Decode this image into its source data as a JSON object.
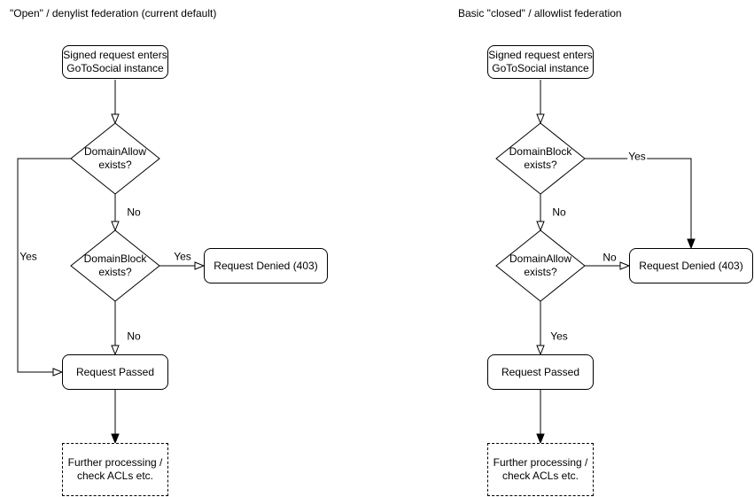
{
  "style": {
    "background": "#ffffff",
    "line_color": "#000000",
    "text_color": "#000000",
    "node_fill": "#ffffff"
  },
  "left_flow": {
    "title": "\"Open\" / denylist federation (current default)",
    "nodes": {
      "start": "Signed request enters\nGoToSocial instance",
      "decision1": "DomainAllow\nexists?",
      "decision2": "DomainBlock\nexists?",
      "denied": "Request Denied (403)",
      "passed": "Request Passed",
      "further": "Further processing /\ncheck ACLs etc."
    },
    "edge_labels": {
      "decision1_no": "No",
      "decision1_yes": "Yes",
      "decision2_yes": "Yes",
      "decision2_no": "No"
    }
  },
  "right_flow": {
    "title": "Basic \"closed\" / allowlist federation",
    "nodes": {
      "start": "Signed request enters\nGoToSocial instance",
      "decision1": "DomainBlock\nexists?",
      "decision2": "DomainAllow\nexists?",
      "denied": "Request Denied (403)",
      "passed": "Request Passed",
      "further": "Further processing /\ncheck ACLs etc."
    },
    "edge_labels": {
      "decision1_yes": "Yes",
      "decision1_no": "No",
      "decision2_no": "No",
      "decision2_yes": "Yes"
    }
  }
}
